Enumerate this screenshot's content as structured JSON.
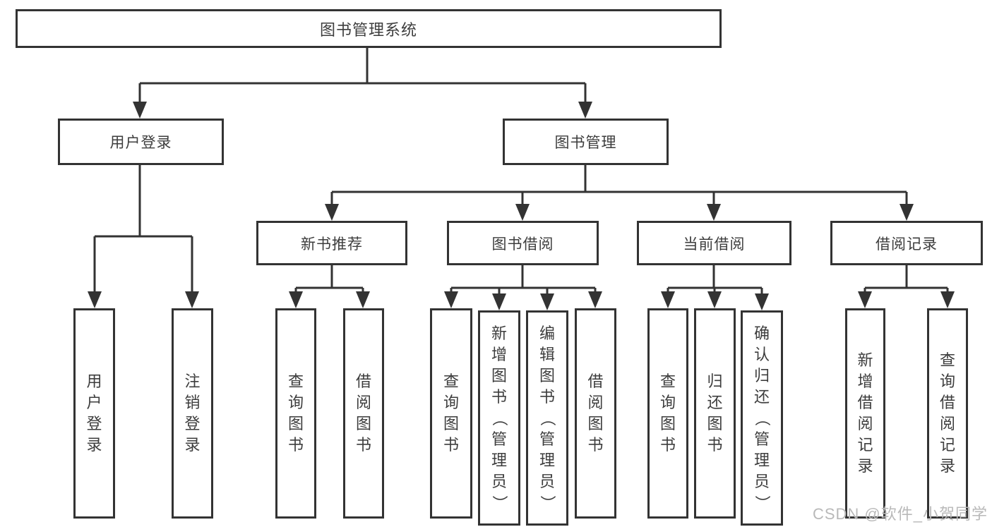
{
  "tree": {
    "root": {
      "label": "图书管理系统",
      "children": [
        {
          "label": "用户登录",
          "children": [
            {
              "label": "用户登录"
            },
            {
              "label": "注销登录"
            }
          ]
        },
        {
          "label": "图书管理",
          "children": [
            {
              "label": "新书推荐",
              "children": [
                {
                  "label": "查询图书"
                },
                {
                  "label": "借阅图书"
                }
              ]
            },
            {
              "label": "图书借阅",
              "children": [
                {
                  "label": "查询图书"
                },
                {
                  "label": "新增图书（管理员）"
                },
                {
                  "label": "编辑图书（管理员）"
                },
                {
                  "label": "借阅图书"
                }
              ]
            },
            {
              "label": "当前借阅",
              "children": [
                {
                  "label": "查询图书"
                },
                {
                  "label": "归还图书"
                },
                {
                  "label": "确认归还（管理员）"
                }
              ]
            },
            {
              "label": "借阅记录",
              "children": [
                {
                  "label": "新增借阅记录"
                },
                {
                  "label": "查询借阅记录"
                }
              ]
            }
          ]
        }
      ]
    }
  },
  "watermark": "CSDN @软件_小贺同学",
  "colors": {
    "background": "#ffffff",
    "box_background": "#ffffff",
    "line": "#333333",
    "text": "#3d3d3d",
    "watermark": "#b9b9b9"
  }
}
